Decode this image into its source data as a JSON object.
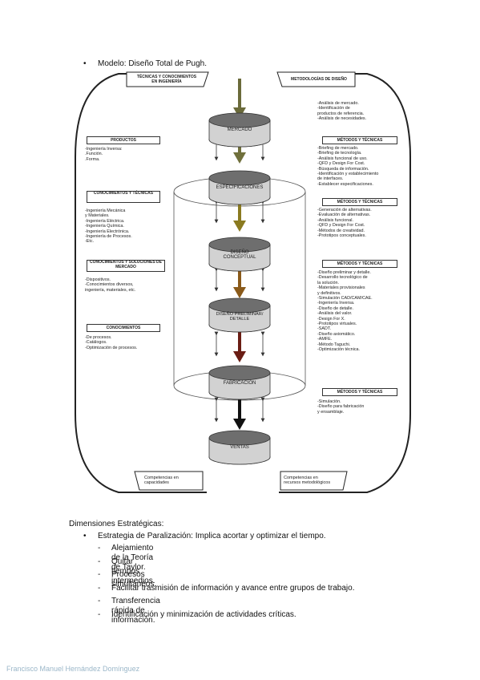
{
  "top_bullet": "Modelo: Diseño Total de Pugh.",
  "diagram": {
    "top_left_banner": "TÉCNICAS Y CONOCIMIENTOS\nEN INGENIERÍA",
    "top_right_banner": "METODOLOGÍAS DE DISEÑO",
    "bottom_left_banner": "Competencias en\ncapacidades",
    "bottom_right_banner": "Competencias en\nrecursos metodológicos",
    "stages": [
      "MERCADO",
      "ESPECIFICACIONES",
      "DISEÑO\nCONCEPTUAL",
      "DISEÑO PRELIMINAR/\nDETALLE",
      "FABRICACIÓN",
      "VENTAS"
    ],
    "left_boxes": [
      {
        "header": "PRODUCTOS",
        "body": "-Ingeniería Inversa:\n      .Función.\n      .Forma."
      },
      {
        "header": "CONOCIMIENTOS\nY TÉCNICAS",
        "body": "-Ingeniería Mecánica\n y Materiales.\n-Ingeniería Eléctrica.\n-Ingeniería Química.\n-Ingeniería Electrónica.\n-Ingeniería de Procesos.\n-Etc."
      },
      {
        "header": "CONOCIMIENTOS Y\nSOLUCIONES DE MERCADO",
        "body": "-Dispositivos.\n-Conocimientos diversos,\n ingeniería, materiales, etc."
      },
      {
        "header": "CONOCIMIENTOS",
        "body": "-De procesos.\n-Catálogos.\n-Optimización de procesos."
      }
    ],
    "right_intro": "-Análisis de mercado.\n-Identificación de\n productos de referencia.\n-Análisis de necesidades.",
    "right_boxes": [
      {
        "header": "MÉTODOS Y TÉCNICAS",
        "body": "-Briefing de mercado.\n-Briefing de tecnología.\n-Análisis funcional de uso.\n-QFD y Design For Cost.\n-Búsqueda de información.\n-Identificación y establecimiento\n de interfaces.\n-Establecer especificaciones."
      },
      {
        "header": "MÉTODOS Y TÉCNICAS",
        "body": "-Generación de alternativas.\n-Evaluación de alternativas.\n-Análisis funcional.\n-QFD y Design For Cost.\n-Métodos de creatividad.\n-Prototipos conceptuales."
      },
      {
        "header": "MÉTODOS Y TÉCNICAS",
        "body": "-Diseño preliminar y detalle.\n-Desarrollo tecnológico de\n la solución.\n-Materiales provisionales\n y definitivos.\n-Simulación CAD/CAM/CAE.\n-Ingeniería Inversa.\n-Diseño de detalle.\n-Análisis del valor.\n-Design For X.\n-Prototipos virtuales.\n-SADT.\n-Diseño axiomático.\n-AMFE.\n-Método Taguchi.\n-Optimización técnica."
      },
      {
        "header": "MÉTODOS Y TÉCNICAS",
        "body": "-Simulación.\n-Diseño para fabricación\n y ensamblaje."
      }
    ]
  },
  "section_title": "Dimensiones Estratégicas:",
  "strategy_bullet": "Estrategia de Paralización: Implica acortar y optimizar el tiempo.",
  "sub_items": [
    "Alejamiento de la Teoría de Taylor.",
    "Quitar tiempos intermedios.",
    "Procesos simultáneos.",
    "Facilitar trasmisión de información y avance entre grupos de trabajo.",
    "Transferencia rápida de información.",
    "Identificación y minimización de actividades críticas."
  ],
  "bullet_glyph": "•",
  "dash_glyph": "-",
  "footer": "Francisco Manuel Hernández Domínguez"
}
